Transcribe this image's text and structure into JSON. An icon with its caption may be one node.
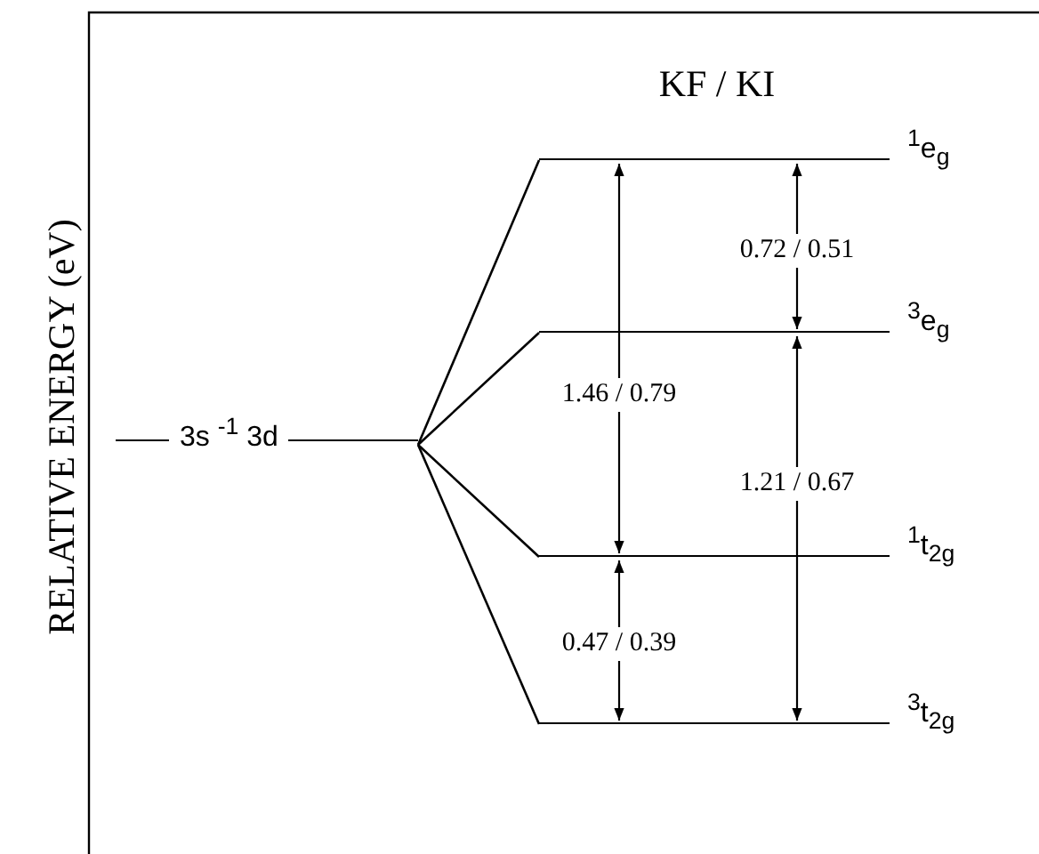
{
  "diagram": {
    "title": "KF / KI",
    "nodes": [
      {
        "text": [
          "3s $^{-1}$ 3d"
        ]
      },
      {
        "text": [
          "$^{1}$e$_{g}$"
        ]
      },
      {
        "text": [
          "$^{3}$e$_{g}$"
        ]
      },
      {
        "text": [
          "$^{1}$t$_{2g}$"
        ]
      },
      {
        "text": [
          "$^{3}$t$_{2g}$"
        ]
      }
    ],
    "edges": [
      {
        "from": 0,
        "to": 1,
        "arrow": "none"
      },
      {
        "from": 0,
        "to": 2,
        "arrow": "none"
      },
      {
        "from": 0,
        "to": 3,
        "arrow": "none"
      },
      {
        "from": 0,
        "to": 4,
        "arrow": "none"
      },
      {
        "from": 1,
        "to": 2,
        "arrow": "both",
        "label": "0.72 / 0.51"
      },
      {
        "from": 1,
        "to": 3,
        "arrow": "both",
        "label": "1.46 / 0.79"
      },
      {
        "from": 2,
        "to": 4,
        "arrow": "both",
        "label": "1.21 / 0.67"
      },
      {
        "from": 3,
        "to": 4,
        "arrow": "both",
        "label": "0.47 / 0.39"
      }
    ],
    "labels": [
      "RELATIVE ENERGY (eV)"
    ]
  }
}
